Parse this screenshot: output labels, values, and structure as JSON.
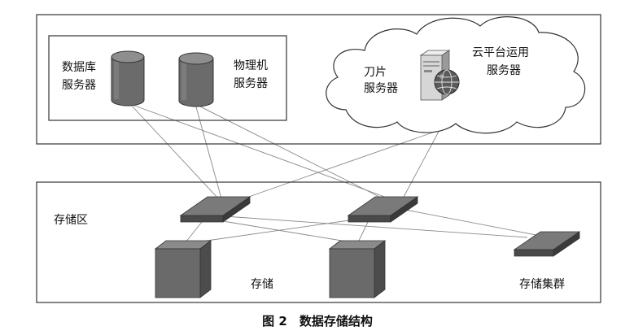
{
  "top_panel": {
    "database_server_label": [
      "数据库",
      "服务器"
    ],
    "physical_server_label": [
      "物理机",
      "服务器"
    ],
    "blade_server_label": [
      "刀片",
      "服务器"
    ],
    "cloud_app_server_label": [
      "云平台运用",
      "服务器"
    ]
  },
  "storage_zone": {
    "label": "存储区",
    "storage_label": "存储",
    "cluster_label": "存储集群"
  },
  "caption": "图 2　数据存储结构",
  "colors": {
    "device_fill": "#6b6b6b",
    "device_top": "#8e8e8e",
    "device_side": "#4a4a4a",
    "link": "#8a8a8a"
  }
}
